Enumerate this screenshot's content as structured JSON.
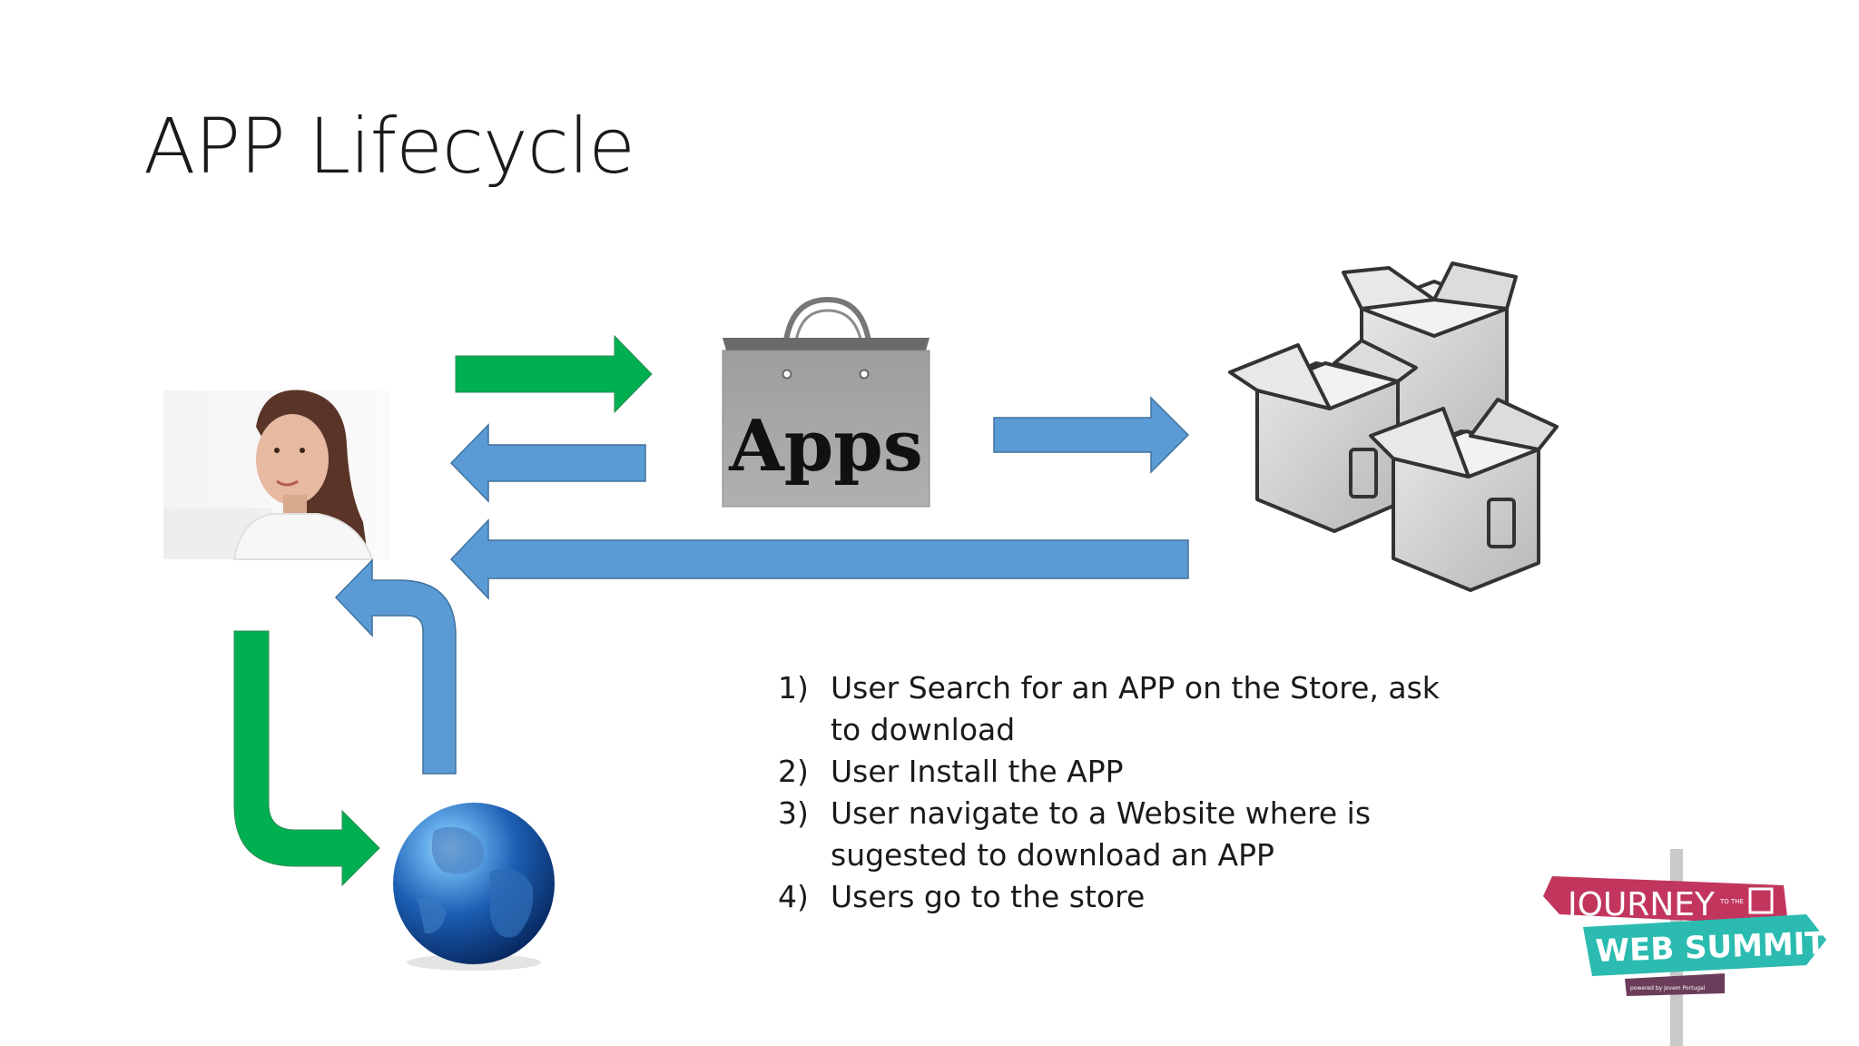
{
  "slide": {
    "title": "APP Lifecycle",
    "steps": [
      {
        "number": "1)",
        "text": "User Search for an APP on the Store, ask to download"
      },
      {
        "number": "2)",
        "text": "User Install the APP"
      },
      {
        "number": "3)",
        "text": "User navigate to a Website where is sugested to download an APP"
      },
      {
        "number": "4)",
        "text": "Users go to the store"
      }
    ]
  },
  "diagram": {
    "store_bag_label": "Apps",
    "colors": {
      "green_arrow": "#00b050",
      "blue_arrow": "#5b9bd5",
      "bag": "#a6a6a6"
    },
    "icons": [
      "user-photo",
      "shopping-bag-icon",
      "boxes-icon",
      "globe-icon"
    ]
  },
  "logo": {
    "line1": "JOURNEY",
    "line1_small": "TO THE",
    "line2": "WEB SUMMIT",
    "line3": "powered by Jovem Portugal"
  }
}
